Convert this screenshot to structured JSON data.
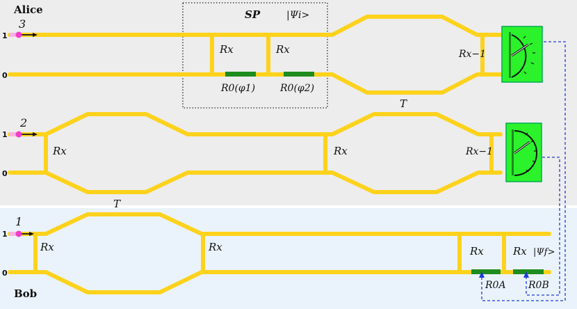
{
  "parties": {
    "alice": "Alice",
    "bob": "Bob"
  },
  "rails": {
    "one": "1",
    "zero": "0"
  },
  "photons": [
    "3",
    "2",
    "1"
  ],
  "box": {
    "sp": "SP",
    "psi_i": "|Ψi>"
  },
  "ops": {
    "rx": "Rx",
    "rx_inv": "Rx−1",
    "r0_phi1": "R0(φ1)",
    "r0_phi2": "R0(φ2)",
    "t": "T",
    "r0a": "R0A",
    "r0b": "R0B",
    "psi_f": "|Ψf>"
  },
  "colors": {
    "waveguide": "#FDD21C",
    "phase": "#1E8C1E",
    "detector": "#2CF22C",
    "feedforward": "#1F3BD6",
    "photon": "#F03CD2",
    "panel_top": "#EDEDED",
    "panel_bottom": "#EAF3FB"
  },
  "icons": [
    "photon-source-icon",
    "detector-icon",
    "feedforward-arrow-icon"
  ]
}
